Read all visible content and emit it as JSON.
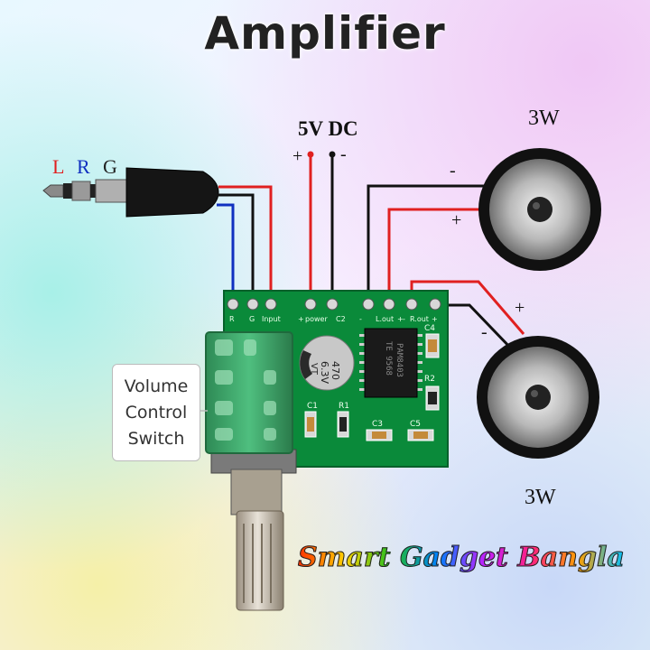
{
  "title": "Amplifier",
  "jack": {
    "labels": [
      "L",
      "R",
      "G"
    ],
    "label_colors": [
      "#e02020",
      "#1030c0",
      "#222222"
    ]
  },
  "power": {
    "label": "5V DC",
    "plus": "+",
    "minus": "-"
  },
  "speaker_top": {
    "label": "3W",
    "minus": "-",
    "plus": "+"
  },
  "speaker_bottom": {
    "label": "3W",
    "plus": "+",
    "minus": "-"
  },
  "volume_box": {
    "lines": [
      "Volume",
      "Control",
      "Switch"
    ]
  },
  "pcb": {
    "color": "#0a8a3a",
    "pin_labels": [
      "R",
      "G",
      "Input",
      "+",
      "power",
      "C2",
      "-",
      "L.out",
      "+",
      "-",
      "R.out",
      "+"
    ],
    "capacitor_text": [
      "470",
      "6.3V",
      "VT"
    ],
    "chip_text": [
      "PAM8403",
      "TE 9568"
    ],
    "components": [
      "C1",
      "R1",
      "C3",
      "C5",
      "C4",
      "R2"
    ]
  },
  "brand": "Smart Gadget Bangla",
  "colors": {
    "red_wire": "#e02020",
    "black_wire": "#111111",
    "blue_wire": "#1030c0"
  }
}
